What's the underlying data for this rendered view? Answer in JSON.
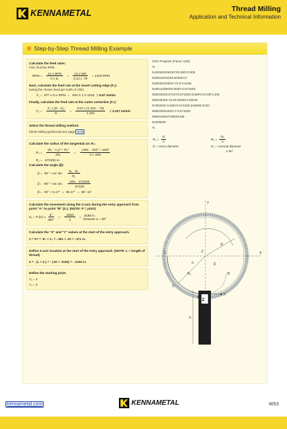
{
  "header": {
    "brand": "KENNAMETAL",
    "title": "Thread Milling",
    "subtitle": "Application and Technical Information"
  },
  "section": {
    "title": "Step-by-Step Thread Milling Example"
  },
  "feed": {
    "heading": "Calculate the feed rates:",
    "line1": "First, find the RPM.",
    "rpm_lhs": "RPM =",
    "rpm_num1": "12 x SFM",
    "rpm_den1": "π x d₁",
    "rpm_num2": "12 x 500",
    "rpm_den2": "3.14 x .79",
    "rpm_res": "= 2418 RPM",
    "next_heading": "Next, calculate the feed rate at the insert cutting edge (F₁):",
    "next_line": "(using the chosen feed per tooth of .004)",
    "f1_lhs": "F₁ =",
    "f1_mid": "IPT x nt x RPM",
    "f1_eq": "=",
    "f1_val": ".004 X 1 X 2418",
    "f1_res": "= 9.67 in/min",
    "final_heading": "Finally, calculate the feed rate at the cutter centerline (F₂):",
    "f2_lhs": "F₂ =",
    "f2_num1": "F₁ x (D - d₁)",
    "f2_den1": "D",
    "f2_num2": "9.67 x (1.182 - .79)",
    "f2_den2": "1.182",
    "f2_res": "= 3.207 in/min"
  },
  "method": {
    "heading": "Select the thread milling method.",
    "line_pre": "Climb milling (preferred) see page",
    "page_ref": "W46",
    "line_post": "."
  },
  "radius": {
    "heading": "Calculate the radius of the tangential arc R₁:",
    "lhs": "R₁ =",
    "num1": "(R₁ - C₁)² + R₁²",
    "den1": "2R₁",
    "num2": "(.591 - .02)² + .625²",
    "den2": "2 x .625",
    "res_lhs": "R₁ =",
    "res": ".573333 in."
  },
  "angle": {
    "heading": "Calculate the angle (β):",
    "l1": "β =",
    "l1b": "90° + arc sin",
    "l1n": "R₁ - R₁",
    "l1d": "R₁",
    "l2": "β =",
    "l2b": "90° + arc sin",
    "l2n": ".625 - .573333",
    "l2d": ".57333",
    "l3": "β =",
    "l3b": "90° + 5.17°",
    "l3eq": "=",
    "l3c": "95.17°",
    "l3eq2": "=",
    "l3d": "95° 10'"
  },
  "zaxis": {
    "heading": "Calculate the movement along the Z-axis during the entry approach from point \"A\" to point \"B\" (Z₁). (NOTE: P = pitch)",
    "lhs": "Z₁ = P (in) x",
    "num": "α°",
    "den": "360°",
    "eq": "=",
    "num2": ".0625",
    "den2": "4",
    "eq2": "=",
    "res": ".0156 in.",
    "note": "because α = 90°"
  },
  "xy": {
    "heading": "Calculate the \"X\" and \"Y\" values at the start of the entry approach.",
    "eq": "X = 0Y = -R₁ + C₁ = -.591 + .02 = -.571 in."
  },
  "zstart": {
    "heading": "Define Z-axis location at the start of the entry approach. (NOTE: L = length of thread)",
    "eq": "Z = - (L + Z₁) = - (.50 + .0156) = - .5156 in."
  },
  "start": {
    "heading": "Define the starting point.",
    "x": "X₀ = 0",
    "y": "Y₀ = 0"
  },
  "cnc": {
    "title": "CNC Program (Fanuc 11M)",
    "lines": [
      "%",
      "N10G90G00G57X0.000Y0.000",
      "N20G43H10Z0.M3S2417",
      "N30G91G00X0.Y0.Z-0.5156",
      "N40G41D60X0.000Y-0.5710Z0.",
      "N50G03X0.5710Y0.5710Z0.0156F0.5733F3.206",
      "N60G03X0.Y0.Z0.0625I-0.625J0.",
      "N70G03X-0.625Y0.5710Z0.0156R0.5733",
      "N80G00G40X0.Y-0.5710Z0.",
      "N90G49G57G80Z0.M5",
      "N100M30",
      "%"
    ]
  },
  "defs": {
    "r1_lhs": "R₁ =",
    "r1_num": "D",
    "r1_den": "2",
    "r1_label": "D = minor diameter",
    "rd_lhs": "R₀ =",
    "rd_num": "D₀",
    "rd_den": "2",
    "rd_label": "D₀ = nominal diameter",
    "alpha": "α 90°"
  },
  "diagram": {
    "labels": [
      "Y",
      "X",
      "Z",
      "A",
      "B",
      "C",
      "D",
      "R",
      "R₁",
      "β",
      "α",
      "Z₁",
      "X"
    ]
  },
  "footer": {
    "link": "kennametal.com",
    "brand": "KENNAMETAL",
    "page": "W53"
  }
}
